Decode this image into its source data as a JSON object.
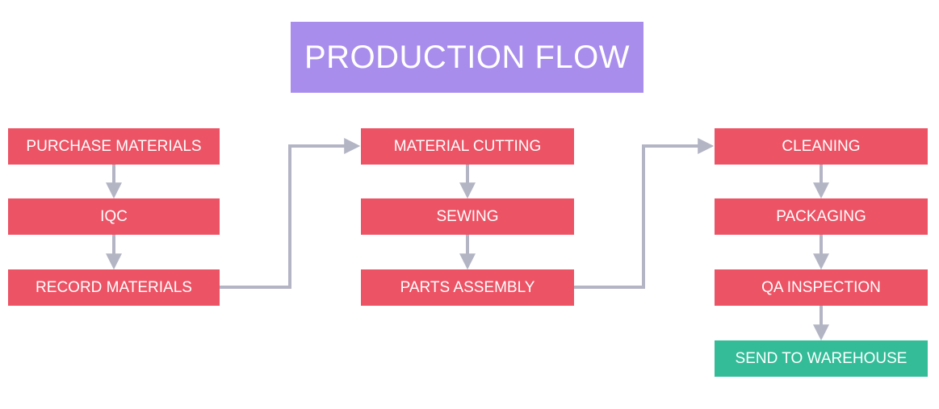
{
  "title": "PRODUCTION FLOW",
  "columns": [
    {
      "steps": [
        "PURCHASE MATERIALS",
        "IQC",
        "RECORD MATERIALS"
      ]
    },
    {
      "steps": [
        "MATERIAL CUTTING",
        "SEWING",
        "PARTS ASSEMBLY"
      ]
    },
    {
      "steps": [
        "CLEANING",
        "PACKAGING",
        "QA INSPECTION",
        "SEND TO WAREHOUSE"
      ]
    }
  ],
  "colors": {
    "title_bg": "#a98ded",
    "step_bg": "#ec5365",
    "final_step_bg": "#34bc98",
    "connector": "#b3b5c4",
    "text": "#ffffff"
  }
}
